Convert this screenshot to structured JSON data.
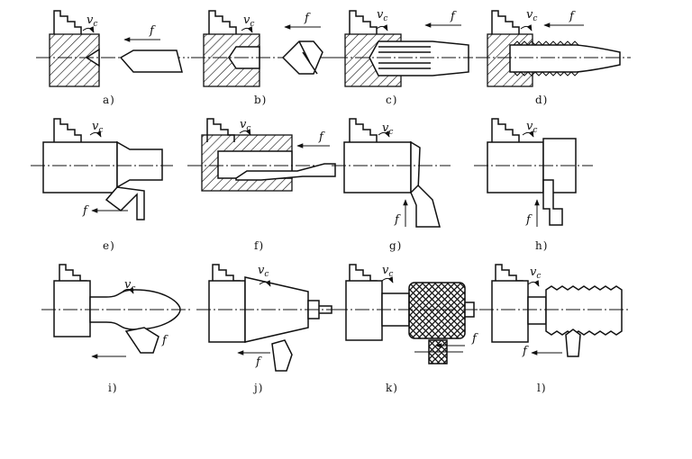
{
  "symbols": {
    "cutting_speed": "v",
    "cutting_speed_sub": "c",
    "feed": "f"
  },
  "panels": [
    {
      "id": "a",
      "caption": "a)"
    },
    {
      "id": "b",
      "caption": "b)"
    },
    {
      "id": "c",
      "caption": "c)"
    },
    {
      "id": "d",
      "caption": "d)"
    },
    {
      "id": "e",
      "caption": "e)"
    },
    {
      "id": "f",
      "caption": "f)"
    },
    {
      "id": "g",
      "caption": "g)"
    },
    {
      "id": "h",
      "caption": "h)"
    },
    {
      "id": "i",
      "caption": "i)"
    },
    {
      "id": "j",
      "caption": "j)"
    },
    {
      "id": "k",
      "caption": "k)"
    },
    {
      "id": "l",
      "caption": "l)"
    }
  ],
  "colors": {
    "ink": "#111111",
    "paper": "#ffffff"
  }
}
